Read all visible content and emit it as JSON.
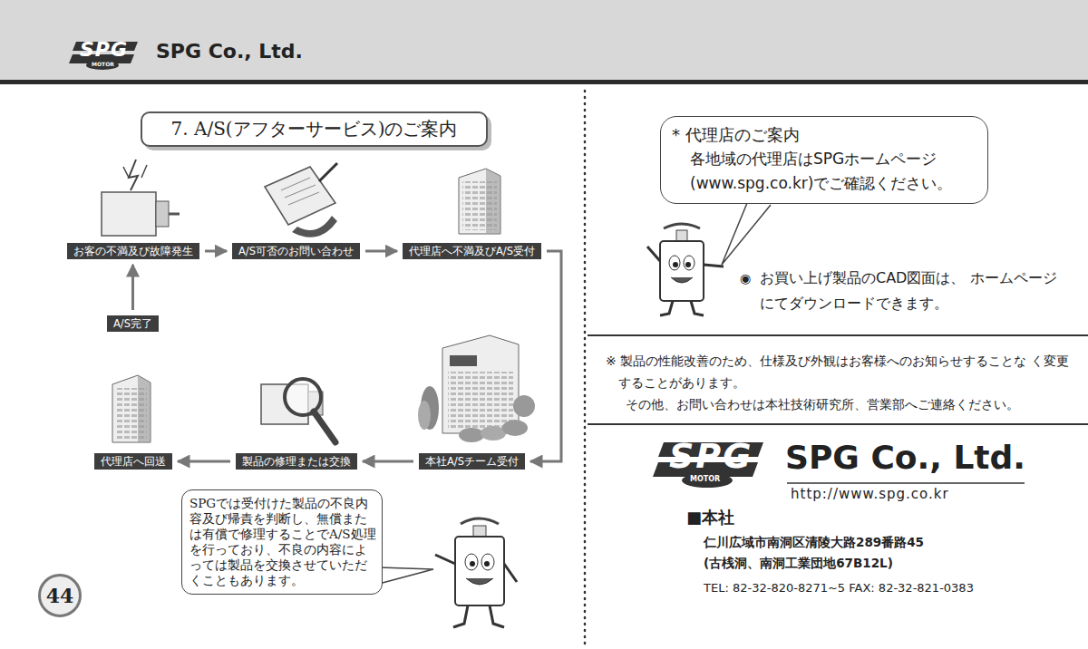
{
  "diagram": {
    "nodes": [
      {
        "text": [
          "7. A/S(アフターサービス)のご案内"
        ]
      },
      {
        "text": [
          "お客の不満及び故障発生"
        ]
      },
      {
        "text": [
          "A/S可否のお問い合わせ"
        ]
      },
      {
        "text": [
          "代理店へ不満及びA/S受付"
        ]
      },
      {
        "text": [
          "本社A/Sチーム受付"
        ]
      },
      {
        "text": [
          "製品の修理または交換"
        ]
      },
      {
        "text": [
          "代理店へ回送"
        ]
      },
      {
        "text": [
          "A/S完了"
        ]
      },
      {
        "text": [
          "SPGでは受付けた製品の不良内容及び帰責を判断し、無償または有償で修理することでA/S処理を行っており、不良の内容によっては製品を交換させていただくこともあります。"
        ]
      },
      {
        "text": [
          "* 代理店のご案内",
          "各地域の代理店はSPGホームページ (www.spg.co.kr)でご確認ください。"
        ]
      },
      {
        "text": [
          "44"
        ]
      }
    ],
    "edges": [
      {
        "from": 1,
        "to": 2,
        "arrow": "to"
      },
      {
        "from": 2,
        "to": 3,
        "arrow": "to"
      },
      {
        "from": 3,
        "to": 4,
        "arrow": "to"
      },
      {
        "from": 4,
        "to": 5,
        "arrow": "to"
      },
      {
        "from": 5,
        "to": 6,
        "arrow": "to"
      },
      {
        "from": 7,
        "to": 1,
        "arrow": "to"
      }
    ],
    "labels": [
      "SPG",
      "MOTOR",
      "SPG Co., Ltd.",
      "◉",
      "お買い上げ製品のCAD図面は、 ホームページにてダウンロードできます。",
      "※ 製品の性能改善のため、仕様及び外観はお客様へのお知らせすることな く変更することがあります。",
      "その他、お問い合わせは本社技術研究所、営業部へご連絡ください。",
      "SPG",
      "MOTOR",
      "SPG Co., Ltd.",
      "http://www.spg.co.kr",
      "■本社",
      "仁川広域市南洞区清陵大路289番路45",
      "(古桟洞、南洞工業団地67B12L)",
      "TEL: 82-32-820-8271~5  FAX: 82-32-821-0383"
    ]
  }
}
